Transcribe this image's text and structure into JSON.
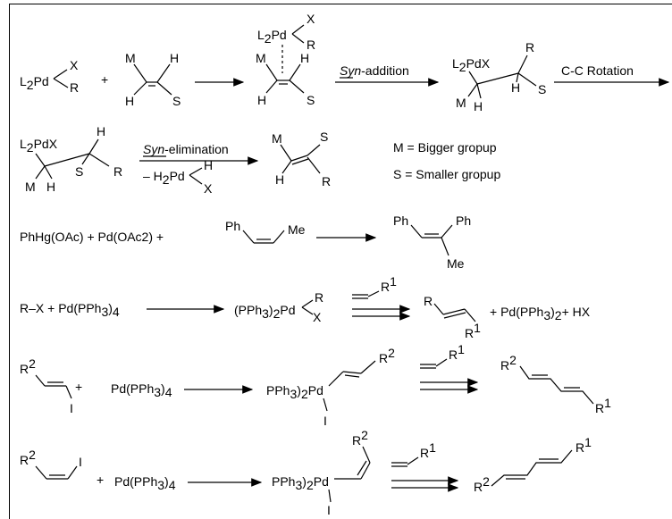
{
  "labels": {
    "l2pd": "L2Pd",
    "x": "X",
    "r": "R",
    "plus": "+",
    "m": "M",
    "h": "H",
    "s": "S",
    "syn_addition_syn": "Syn",
    "syn_addition_rest": "-addition",
    "l2pdx": "L2PdX",
    "cc_rotation": "C-C Rotation",
    "syn_elim_syn": "Syn",
    "syn_elim_rest": "-elimination",
    "elim_minus": "– H2Pd",
    "m_def": "M = Bigger gropup",
    "s_def": "S = Smaller gropup",
    "phhg": "PhHg(OAc) + Pd(OAc2) +",
    "ph": "Ph",
    "me": "Me",
    "rx": "R–X + Pd(PPh3)4",
    "pph3_2pd": "(PPh3)2Pd",
    "r1": "R1",
    "r2": "R2",
    "i": "I",
    "products_heck": "+ Pd(PPh3)2+ HX",
    "pdpph34": "Pd(PPh3)4",
    "pph32pd": "PPh3)2Pd",
    "pph32pd_full": "PPh3)2Pd"
  }
}
